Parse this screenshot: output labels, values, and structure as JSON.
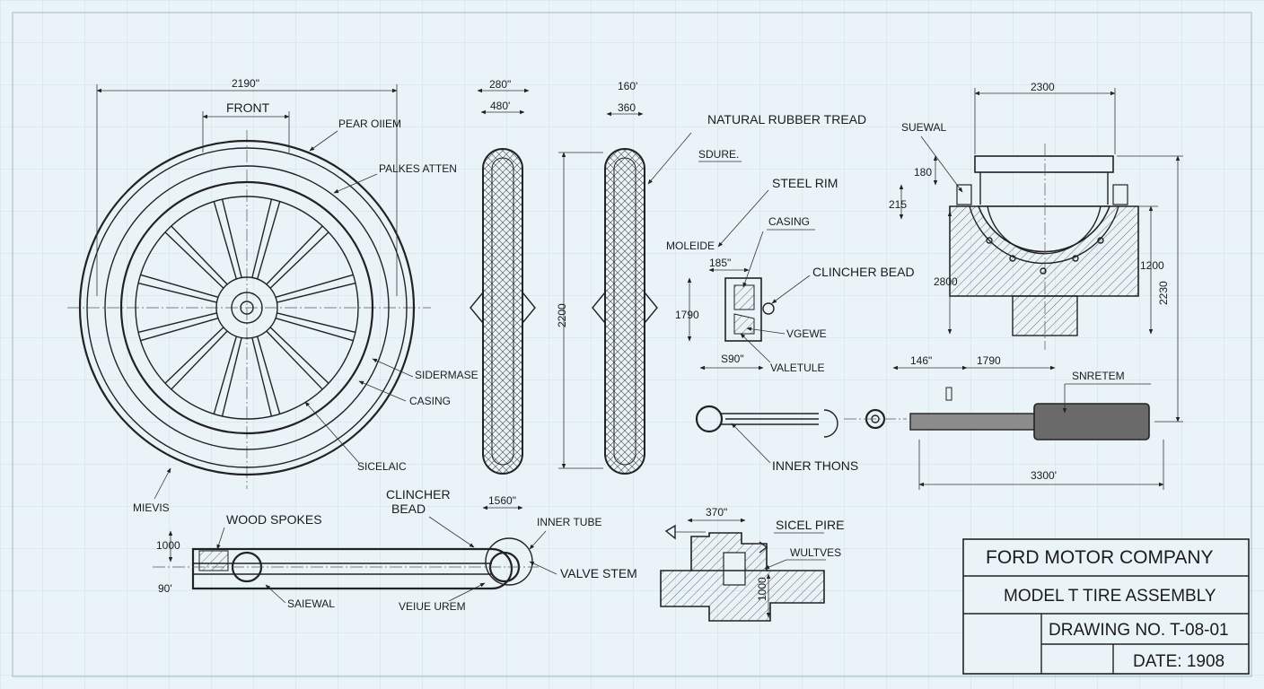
{
  "title_block": {
    "company": "FORD MOTOR COMPANY",
    "title": "MODEL T TIRE ASSEMBLY",
    "drawing_no": "DRAWING NO.  T-08-01",
    "date": "DATE: 1908"
  },
  "labels": {
    "front": "FRONT",
    "pear_oiem": "PEAR OIIEM",
    "palkes_atten": "PALKES ATTEN",
    "sidermase": "SIDERMASE",
    "casing_wheel": "CASING",
    "sicelaic": "SICELAIC",
    "mievis": "MIEVIS",
    "wood_spokes": "WOOD SPOKES",
    "clincher_bead_lower_1": "CLINCHER",
    "clincher_bead_lower_2": "BEAD",
    "inner_tube": "INNER TUBE",
    "valve_stem": "VALVE STEM",
    "saiewal": "SAIEWAL",
    "veiue_urem": "VEIUE UREM",
    "natural_rubber_tread": "NATURAL RUBBER TREAD",
    "sdure": "SDURE.",
    "steel_rim": "STEEL RIM",
    "casing_detail": "CASING",
    "moleide": "MOLEIDE",
    "clincher_bead_detail": "CLINCHER BEAD",
    "vgewe": "VGEWE",
    "valetule": "VALETULE",
    "inner_thons": "INNER THONS",
    "suewal": "SUEWAL",
    "snretem": "SNRETEM",
    "sicel_pire": "SICEL PIRE",
    "wultves": "WULTVES"
  },
  "dimensions": {
    "wheel_width": "2190\"",
    "side1_top": "280\"",
    "side1_sub": "480'",
    "side2_top": "160'",
    "side2_sub": "360",
    "side_height": "2200",
    "bead_top": "185\"",
    "bead_height": "1790",
    "bead_bottom": "S90\"",
    "section_width": "2300",
    "section_d1": "180",
    "section_d2": "215",
    "section_d3": "2800",
    "section_d4": "1200",
    "section_d5": "2230",
    "stem_d1": "146\"",
    "stem_d2": "1790",
    "stem_total": "3300'",
    "lower_d1": "1560\"",
    "lower_left1": "1000",
    "lower_left2": "90'",
    "pipe_top": "370\"",
    "pipe_side": "1000"
  }
}
